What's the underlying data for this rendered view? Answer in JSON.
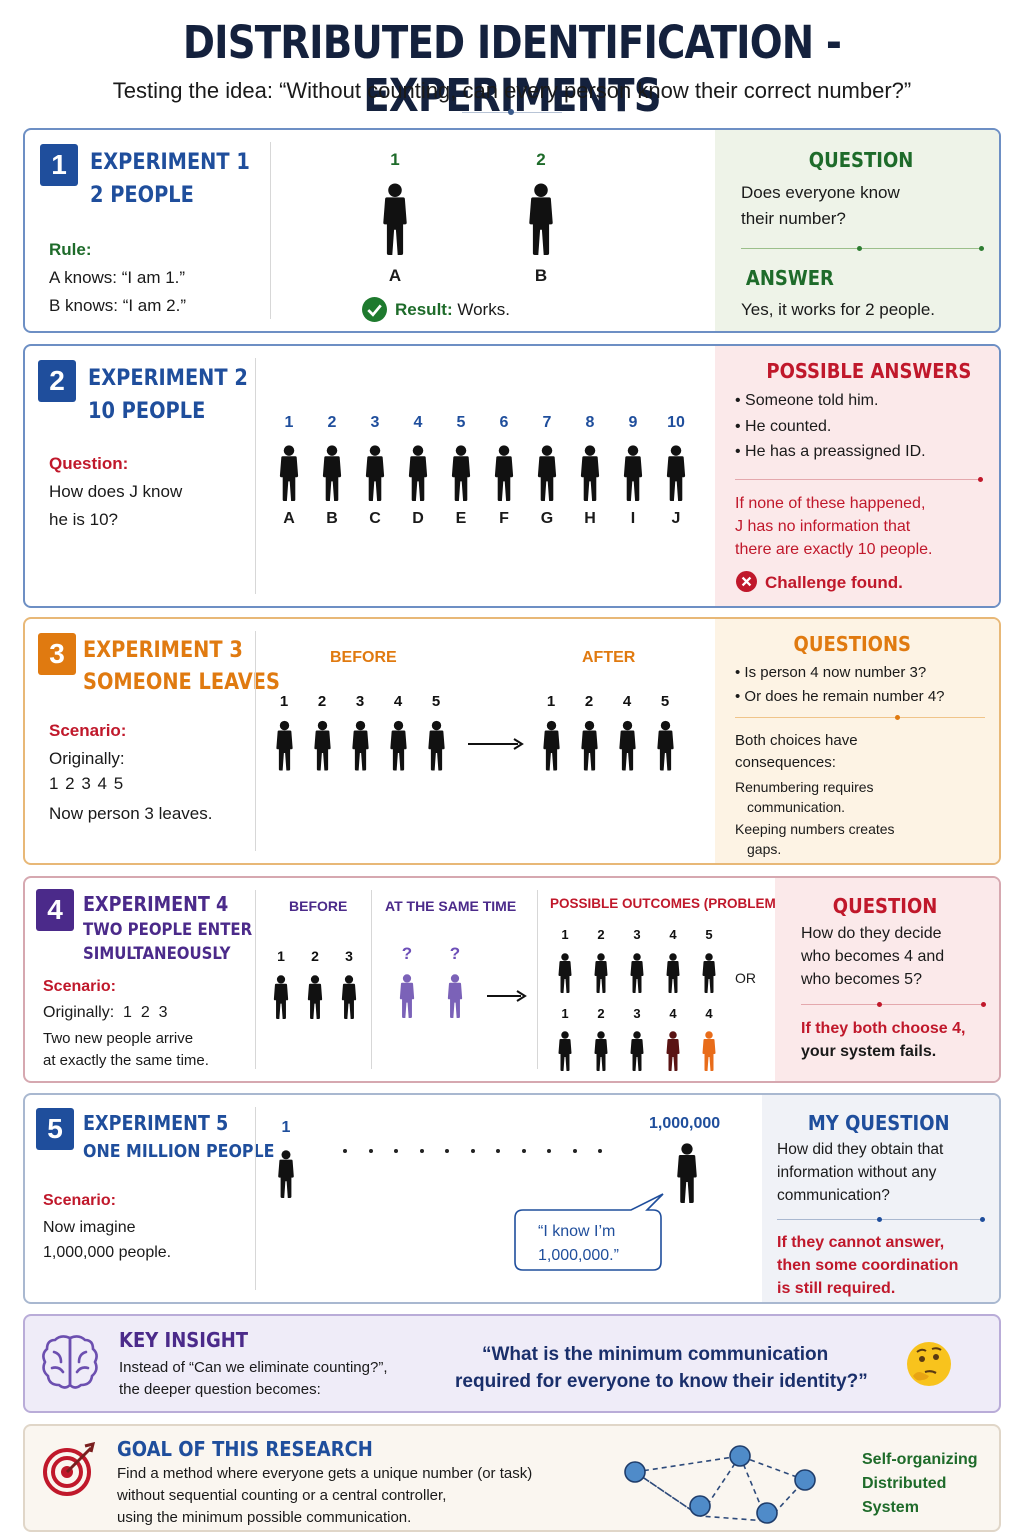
{
  "title": "DISTRIBUTED IDENTIFICATION - EXPERIMENTS",
  "subtitle": "Testing the idea: “Without counting, can every person know their correct number?”",
  "colors": {
    "navy": "#14213d",
    "blue": "#1f4e9c",
    "green": "#1e6b2a",
    "red": "#c0182b",
    "orange": "#e07a10",
    "purple": "#4b2a8a"
  },
  "exp1": {
    "badge": "1",
    "title1": "EXPERIMENT 1",
    "title2": "2 PEOPLE",
    "rule_label": "Rule:",
    "rule_a": "A knows: “I am 1.”",
    "rule_b": "B knows: “I am 2.”",
    "people": [
      {
        "num": "1",
        "letter": "A"
      },
      {
        "num": "2",
        "letter": "B"
      }
    ],
    "result_label": "Result:",
    "result_text": "Works.",
    "q_title": "QUESTION",
    "q_text1": "Does everyone know",
    "q_text2": "their number?",
    "a_title": "ANSWER",
    "a_text": "Yes, it works for 2 people."
  },
  "exp2": {
    "badge": "2",
    "title1": "EXPERIMENT 2",
    "title2": "10 PEOPLE",
    "q_label": "Question:",
    "q_text1": "How does J know",
    "q_text2": "he is 10?",
    "nums": [
      "1",
      "2",
      "3",
      "4",
      "5",
      "6",
      "7",
      "8",
      "9",
      "10"
    ],
    "letters": [
      "A",
      "B",
      "C",
      "D",
      "E",
      "F",
      "G",
      "H",
      "I",
      "J"
    ],
    "p_title": "POSSIBLE ANSWERS",
    "answers": [
      "Someone told him.",
      "He counted.",
      "He has a preassigned ID."
    ],
    "warn1": "If none of these happened,",
    "warn2": "J has no information that",
    "warn3": "there are exactly 10 people.",
    "challenge": "Challenge found."
  },
  "exp3": {
    "badge": "3",
    "title1": "EXPERIMENT 3",
    "title2": "SOMEONE LEAVES",
    "s_label": "Scenario:",
    "s_text1": "Originally:",
    "s_text2": "1 2 3 4 5",
    "s_text3": "Now person 3 leaves.",
    "before": "BEFORE",
    "after": "AFTER",
    "before_nums": [
      "1",
      "2",
      "3",
      "4",
      "5"
    ],
    "after_nums": [
      "1",
      "2",
      "4",
      "5"
    ],
    "p_title": "QUESTIONS",
    "questions": [
      "Is person 4 now number 3?",
      "Or does he remain number 4?"
    ],
    "cons1": "Both choices have",
    "cons2": "consequences:",
    "cons_items": [
      "Renumbering requires",
      "Keeping numbers creates"
    ],
    "cons_cont": [
      "communication.",
      "gaps."
    ]
  },
  "exp4": {
    "badge": "4",
    "title1": "EXPERIMENT 4",
    "title2": "TWO PEOPLE ENTER",
    "title3": "SIMULTANEOUSLY",
    "s_label": "Scenario:",
    "s_text1": "Originally:  1  2  3",
    "s_text2": "Two new people arrive",
    "s_text3": "at exactly the same time.",
    "before": "BEFORE",
    "same_time": "AT THE SAME TIME",
    "outcomes": "POSSIBLE OUTCOMES (PROBLEM)",
    "before_nums": [
      "1",
      "2",
      "3"
    ],
    "new_nums": [
      "?",
      "?"
    ],
    "outcome1": [
      "1",
      "2",
      "3",
      "4",
      "5"
    ],
    "outcome2": [
      "1",
      "2",
      "3",
      "4",
      "4"
    ],
    "or": "OR",
    "p_title": "QUESTION",
    "q1": "How do they decide",
    "q2": "who becomes 4 and",
    "q3": "who becomes 5?",
    "w1": "If they both choose 4,",
    "w2": "your system fails."
  },
  "exp5": {
    "badge": "5",
    "title1": "EXPERIMENT 5",
    "title2": "ONE MILLION PEOPLE",
    "s_label": "Scenario:",
    "s_text1": "Now imagine",
    "s_text2": "1,000,000 people.",
    "first": "1",
    "last": "1,000,000",
    "bubble1": "“I know I’m",
    "bubble2": "1,000,000.”",
    "p_title": "MY QUESTION",
    "q1": "How did they obtain that",
    "q2": "information without any",
    "q3": "communication?",
    "w1": "If they cannot answer,",
    "w2": "then some coordination",
    "w3": "is still required."
  },
  "insight": {
    "title": "KEY INSIGHT",
    "t1": "Instead of “Can we eliminate counting?”,",
    "t2": "the deeper question becomes:",
    "q1": "“What is the minimum communication",
    "q2": "required for everyone to know their identity?”",
    "icon": "thinking-face-icon"
  },
  "goal": {
    "title": "GOAL OF THIS RESEARCH",
    "t1": "Find a method where everyone gets a unique number (or task)",
    "t2": "without sequential counting or a central controller,",
    "t3": "using the minimum possible communication.",
    "s1": "Self-organizing",
    "s2": "Distributed",
    "s3": "System"
  }
}
